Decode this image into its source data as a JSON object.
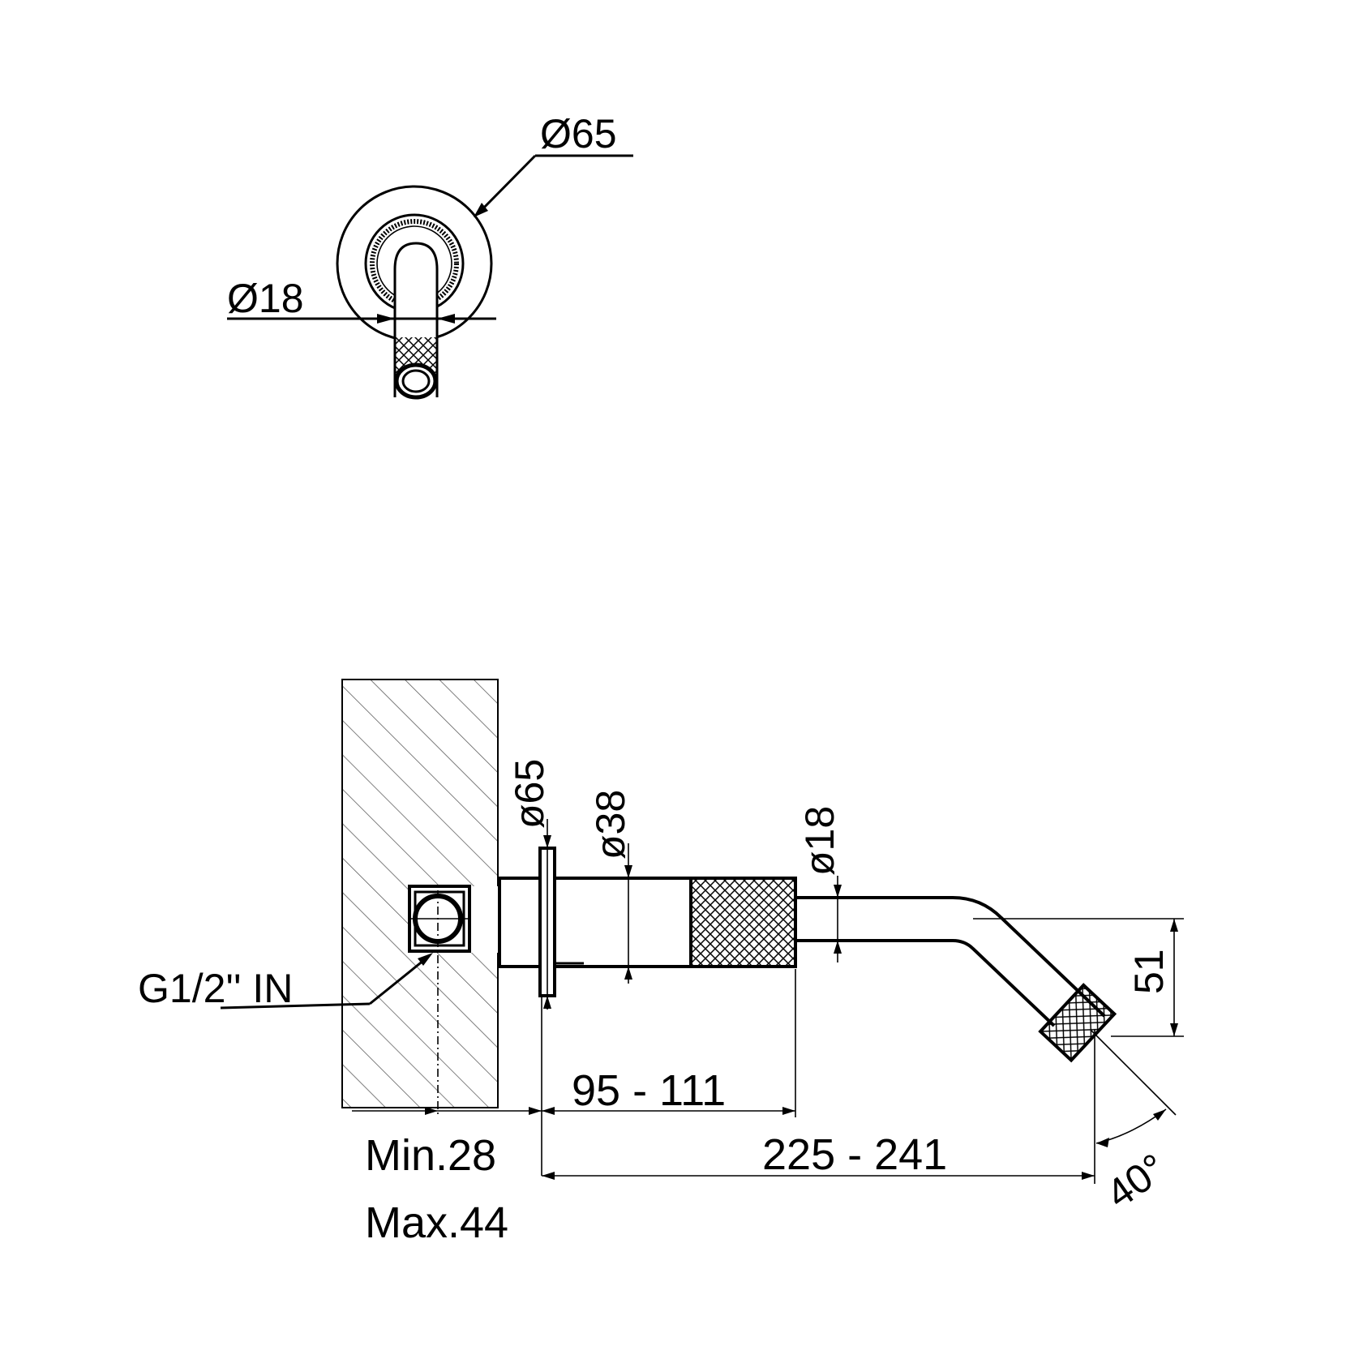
{
  "top_view": {
    "dim_outer": "Ø65",
    "dim_spout": "Ø18"
  },
  "side_view": {
    "inlet_label": "G1/2''  IN",
    "dim_plate": "ø65",
    "dim_body": "ø38",
    "dim_spout": "ø18",
    "dim_height": "51",
    "dim_body_length": "95 - 111",
    "dim_total_length": "225 - 241",
    "dim_min": "Min.28",
    "dim_max": "Max.44",
    "dim_angle": "40°"
  },
  "colors": {
    "line": "#000000",
    "background": "#ffffff",
    "hatch": "#555555"
  }
}
